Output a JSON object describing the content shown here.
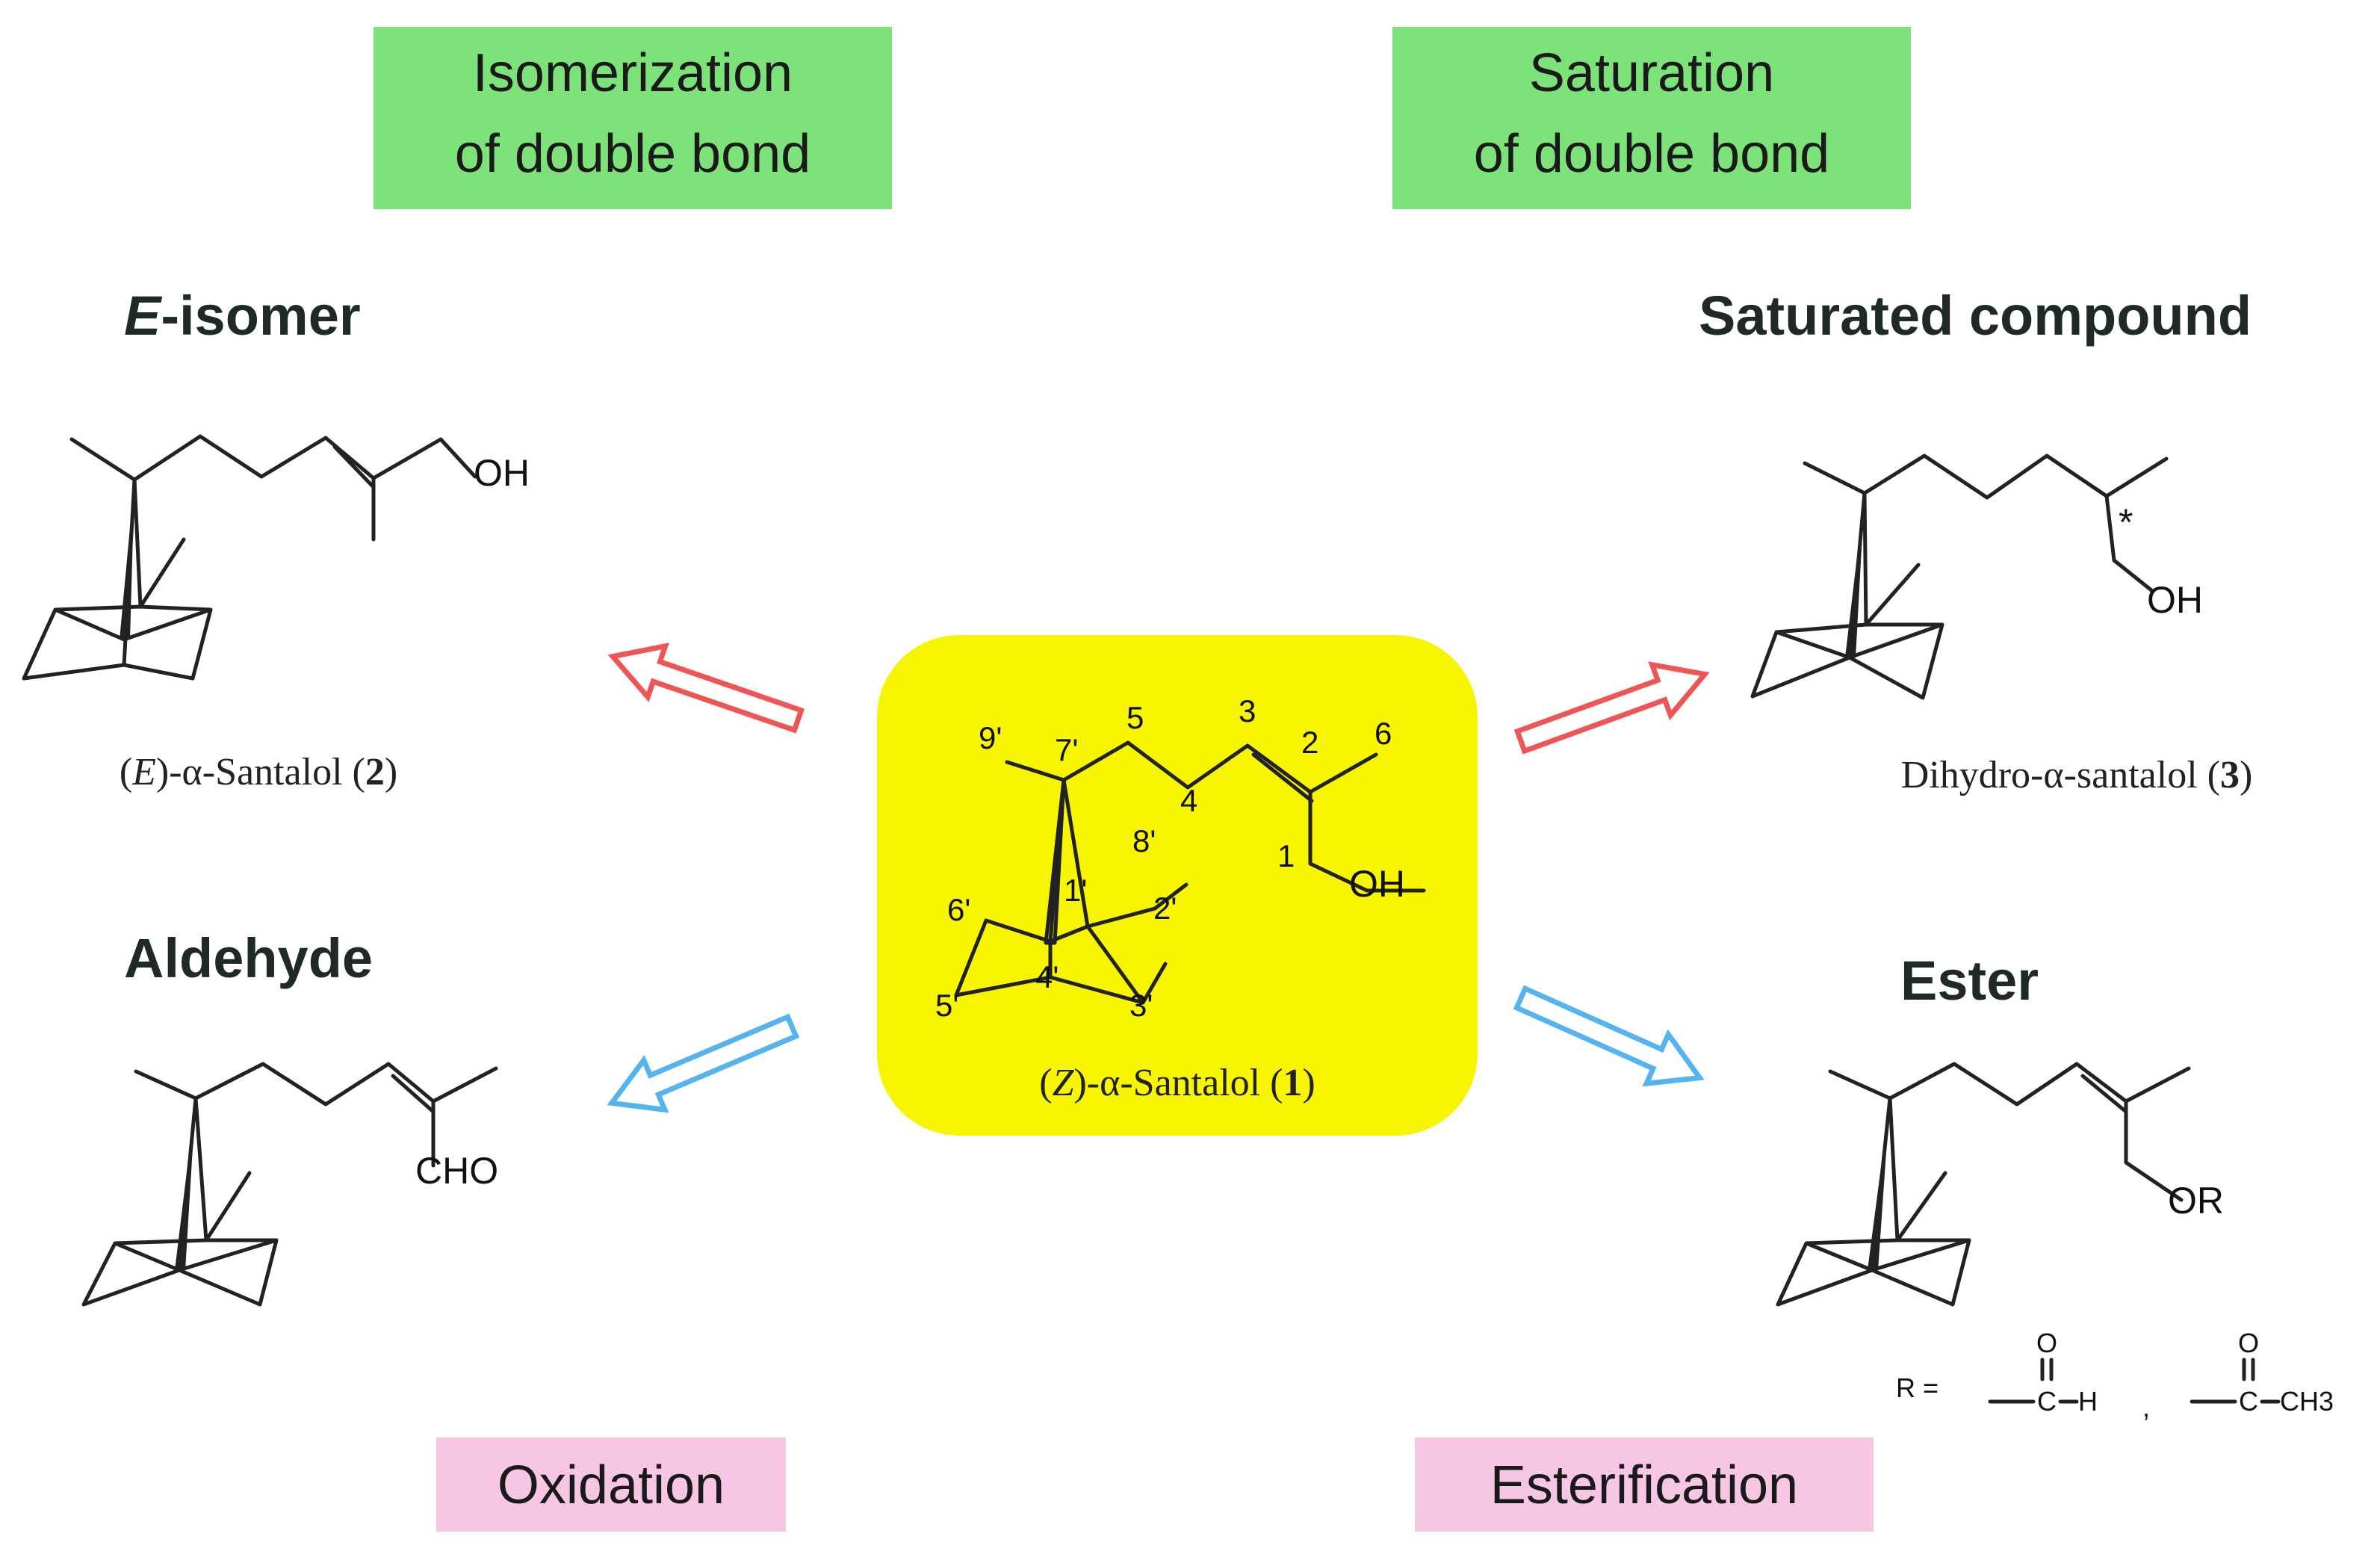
{
  "colors": {
    "green_box": "#7de27a",
    "pink_box": "#f7c6e4",
    "center_box": "#f8f500",
    "red_arrow": "#ee5555",
    "blue_arrow": "#55b3ee"
  },
  "boxes": {
    "isomerization": [
      "Isomerization",
      "of double bond"
    ],
    "saturation": [
      "Saturation",
      "of double bond"
    ],
    "oxidation": "Oxidation",
    "esterification": "Esterification"
  },
  "headings": {
    "e_isomer_prefix": "E",
    "e_isomer_rest": "-isomer",
    "saturated": "Saturated compound",
    "aldehyde": "Aldehyde",
    "ester": "Ester"
  },
  "center": {
    "atoms": {
      "n9": "9'",
      "n7": "7'",
      "n5": "5",
      "n3": "3",
      "n2": "2",
      "n6": "6",
      "n4": "4",
      "n8": "8'",
      "n1p": "1'",
      "n1": "1",
      "n6p": "6'",
      "n2p": "2'",
      "n5p": "5'",
      "n4p": "4'",
      "n3p": "3'"
    },
    "oh": "OH",
    "caption_open": "(",
    "caption_z": "Z",
    "caption_mid": ")-α-Santalol  (",
    "caption_num": "1",
    "caption_close": ")"
  },
  "molecules": {
    "e_oh": "OH",
    "e_caption_open": "(",
    "e_caption_e": "E",
    "e_caption_mid": ")-α-Santalol (",
    "e_caption_num": "2",
    "e_caption_close": ")",
    "sat_star": "*",
    "sat_oh": "OH",
    "sat_caption_main": "Dihydro-α-santalol (",
    "sat_caption_num": "3",
    "sat_caption_close": ")",
    "ald_cho": "CHO",
    "ester_or": "OR",
    "r_label": "R =",
    "r_o1": "O",
    "r_c1": "C",
    "r_h": "H",
    "r_comma": ",",
    "r_o2": "O",
    "r_c2": "C",
    "r_ch3": "CH3"
  }
}
